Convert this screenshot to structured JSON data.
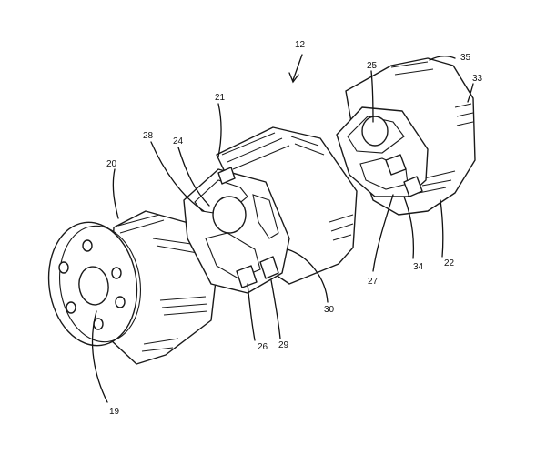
{
  "figure": {
    "reference_numerals": {
      "assembly": "12",
      "n19": "19",
      "n20": "20",
      "n21": "21",
      "n22": "22",
      "n24": "24",
      "n25": "25",
      "n26": "26",
      "n27": "27",
      "n28": "28",
      "n29": "29",
      "n30": "30",
      "n33": "33",
      "n34": "34",
      "n35": "35"
    }
  }
}
